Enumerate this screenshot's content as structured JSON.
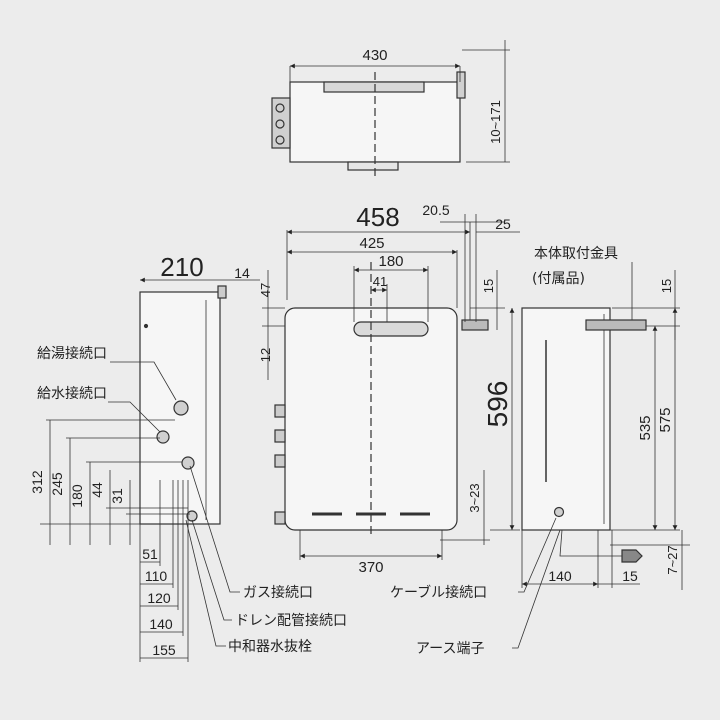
{
  "top_view": {
    "width": "430",
    "height_range": "10~171"
  },
  "front_view": {
    "overall_width": "458",
    "body_width": "425",
    "offset_1": "20.5",
    "offset_2": "25",
    "handle_180": "180",
    "handle_41": "41",
    "top_47": "47",
    "top_15": "15",
    "left_12": "12",
    "height": "596",
    "bottom_range": "3~23",
    "bottom_width": "370"
  },
  "left_view": {
    "depth": "210",
    "depth_offset": "14",
    "heights": [
      "312",
      "245",
      "180",
      "44",
      "31"
    ],
    "horizontals": [
      "51",
      "110",
      "120",
      "140",
      "155"
    ]
  },
  "right_view": {
    "bracket_label": "本体取付金具",
    "bracket_sub": "(付属品)",
    "top_15": "15",
    "h_535": "535",
    "h_575": "575",
    "bottom_range": "7~27",
    "w_140": "140",
    "w_15": "15"
  },
  "labels": {
    "hot_water": "給湯接続口",
    "water_supply": "給水接続口",
    "gas": "ガス接続口",
    "drain": "ドレン配管接続口",
    "neutralizer": "中和器水抜栓",
    "cable": "ケーブル接続口",
    "earth": "アース端子"
  }
}
